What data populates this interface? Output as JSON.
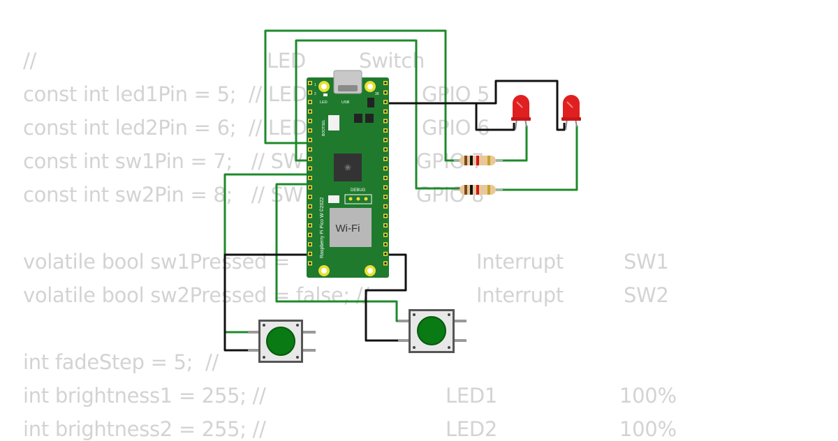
{
  "code": {
    "lines": [
      {
        "id": "comment-header",
        "segments": [
          {
            "t": "//"
          },
          {
            "t": "LED"
          },
          {
            "t": "Switch"
          }
        ]
      },
      {
        "id": "led1",
        "segments": [
          {
            "t": "const int led1Pin = 5;  // LED"
          },
          {
            "t": "GPIO 5"
          }
        ]
      },
      {
        "id": "led2",
        "segments": [
          {
            "t": "const int led2Pin = 6;  // LED"
          },
          {
            "t": "GPIO 6"
          }
        ]
      },
      {
        "id": "sw1",
        "segments": [
          {
            "t": "const int sw1Pin = 7;   // SW"
          },
          {
            "t": "GPIO 7"
          }
        ]
      },
      {
        "id": "sw2",
        "segments": [
          {
            "t": "const int sw2Pin = 8;   // SW"
          },
          {
            "t": "GPIO 8"
          }
        ]
      },
      {
        "id": "sw1pressed",
        "segments": [
          {
            "t": "volatile bool sw1Pressed = "
          },
          {
            "t": "Interrupt"
          },
          {
            "t": "SW1"
          }
        ]
      },
      {
        "id": "sw2pressed",
        "segments": [
          {
            "t": "volatile bool sw2Pressed = false; //"
          },
          {
            "t": "Interrupt"
          },
          {
            "t": "SW2"
          }
        ]
      },
      {
        "id": "fadestep",
        "segments": [
          {
            "t": "int fadeStep = 5;  //"
          }
        ]
      },
      {
        "id": "brightness1",
        "segments": [
          {
            "t": "int brightness1 = 255; //"
          },
          {
            "t": "LED1"
          },
          {
            "t": "100%"
          }
        ]
      },
      {
        "id": "brightness2",
        "segments": [
          {
            "t": "int brightness2 = 255; //"
          },
          {
            "t": "LED2"
          },
          {
            "t": "100%"
          }
        ]
      }
    ]
  },
  "board": {
    "name": "Raspberry Pi Pico W ©2022",
    "usb_label": "USB",
    "led_label": "LED",
    "bootsel_label": "BOOTSEL",
    "debug_label": "DEBUG",
    "wifi_label": "Wi-Fi",
    "pin1_label": "1",
    "pin2_label": "2",
    "pin39_label": "39",
    "pcb_color": "#1f7a2e"
  },
  "colors": {
    "wire_green": "#1d8a2a",
    "wire_black": "#111111",
    "led_red": "#e02020",
    "button_cap": "#0a7a14",
    "code_text": "#d3d3d3"
  }
}
